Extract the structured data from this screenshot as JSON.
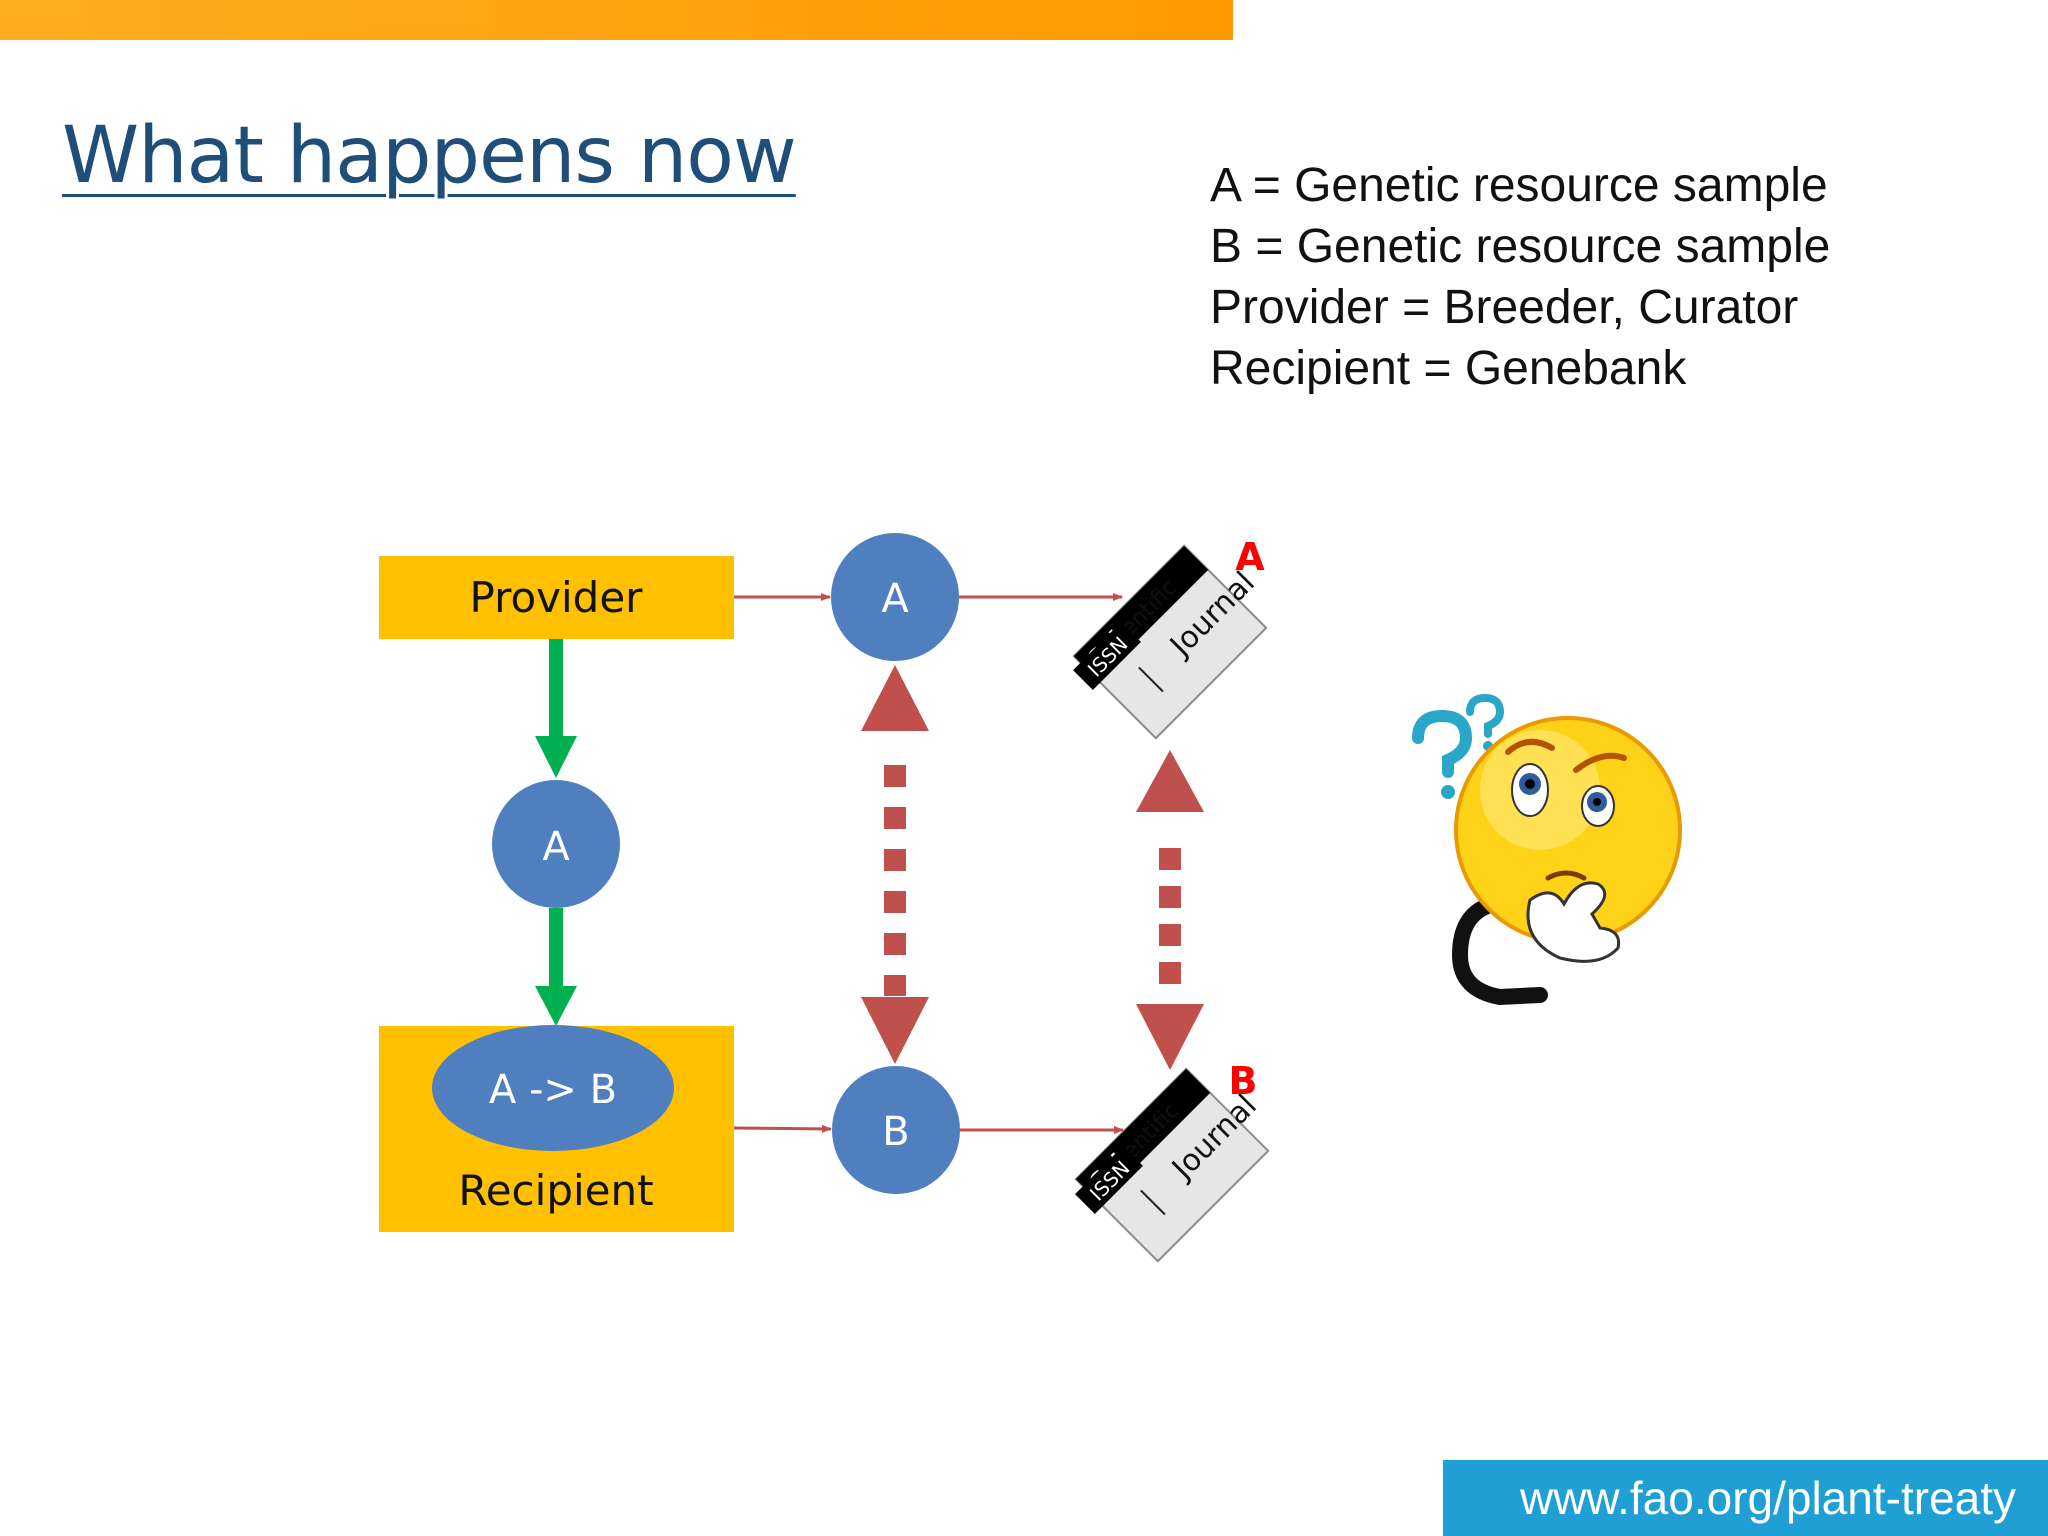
{
  "slide": {
    "title": "What happens now",
    "footer_url": "www.fao.org/plant-treaty"
  },
  "legend": [
    "A = Genetic resource sample",
    "B = Genetic resource sample",
    "Provider = Breeder, Curator",
    "Recipient = Genebank"
  ],
  "diagram": {
    "provider_label": "Provider",
    "recipient_label": "Recipient",
    "sample_a_label": "A",
    "sample_a_top_label": "A",
    "sample_b_label": "B",
    "conversion_label": "A -> B",
    "journal_a": {
      "marker": "A",
      "masthead_bold": "Sci",
      "masthead_rest": "entific",
      "issn": "ISSN",
      "title": "Journal"
    },
    "journal_b": {
      "marker": "B",
      "masthead_bold": "Sci",
      "masthead_rest": "entific",
      "issn": "ISSN",
      "title": "Journal"
    }
  },
  "colors": {
    "box_fill": "#ffc000",
    "circle_fill": "#4f7fbf",
    "green_arrow": "#00b050",
    "red_arrow": "#c0504d",
    "marker_red": "#ff0000",
    "title_blue": "#1f4e79",
    "accent_orange": "#ff9a00",
    "footer_blue": "#1f9fd4"
  },
  "icons": {
    "thinking_face": "thinking-face-icon",
    "question_marks": "question-marks-icon"
  }
}
